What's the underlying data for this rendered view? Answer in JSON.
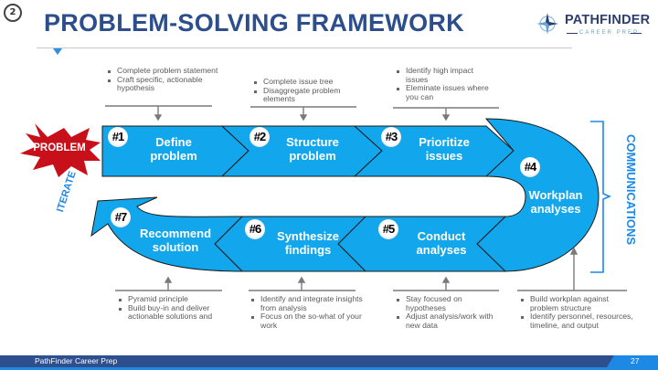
{
  "slide": {
    "section_number": "2",
    "title": "PROBLEM-SOLVING FRAMEWORK",
    "logo": {
      "name": "PATHFINDER",
      "tagline": "CAREER PREP"
    },
    "colors": {
      "title": "#2d4e8c",
      "step_fill": "#12a7ec",
      "accent": "#1e88e5",
      "burst": "#c8101a",
      "footer": "#2e4f8d"
    }
  },
  "start_badge": "PROBLEM",
  "steps": [
    {
      "num": "#1",
      "label_line1": "Define",
      "label_line2": "problem"
    },
    {
      "num": "#2",
      "label_line1": "Structure",
      "label_line2": "problem"
    },
    {
      "num": "#3",
      "label_line1": "Prioritize",
      "label_line2": "issues"
    },
    {
      "num": "#4",
      "label_line1": "Workplan",
      "label_line2": "analyses"
    },
    {
      "num": "#5",
      "label_line1": "Conduct",
      "label_line2": "analyses"
    },
    {
      "num": "#6",
      "label_line1": "Synthesize",
      "label_line2": "findings"
    },
    {
      "num": "#7",
      "label_line1": "Recommend",
      "label_line2": "solution"
    }
  ],
  "notes": {
    "step1": [
      "Complete problem statement",
      "Craft specific, actionable hypothesis"
    ],
    "step2": [
      "Complete issue tree",
      "Disaggregate problem elements"
    ],
    "step3": [
      "Identify high impact issues",
      "Eleminate issues where you can"
    ],
    "step4": [
      "Build workplan against problem structure",
      "Identify personnel, resources, timeline, and output"
    ],
    "step5": [
      "Stay focused on hypotheses",
      "Adjust analysis/work with new data"
    ],
    "step6": [
      "Identify and integrate insights from analysis",
      "Focus on the so-what of your work"
    ],
    "step7": [
      "Pyramid principle",
      "Build buy-in and deliver actionable solutions and"
    ]
  },
  "side_labels": {
    "iterate": "ITERATE",
    "communications": "COMMUNICATIONS"
  },
  "footer": {
    "company": "PathFinder Career Prep",
    "page": "27"
  }
}
